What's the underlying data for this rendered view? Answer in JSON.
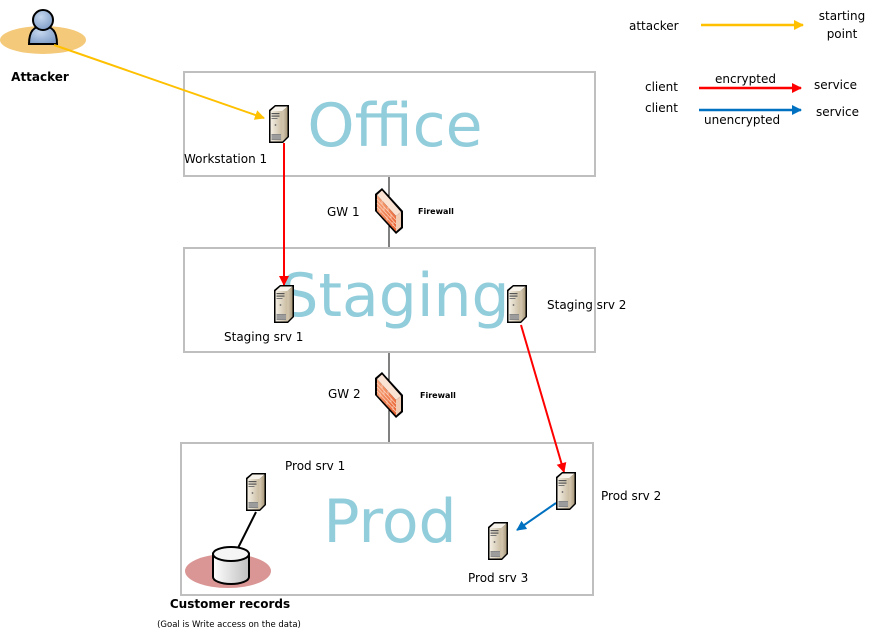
{
  "colors": {
    "attacker_path": "#FFC000",
    "encrypted": "#FF0000",
    "unencrypted": "#0070C0",
    "zone_title": "#92CDDC",
    "zone_border": "#BFBFBF",
    "attacker_halo": "#F4C97A",
    "target_halo": "#D99694"
  },
  "attacker": {
    "label": "Attacker",
    "icon": "user-icon"
  },
  "legend": {
    "attacker_from": "attacker",
    "attacker_to_line1": "starting",
    "attacker_to_line2": "point",
    "enc_from": "client",
    "enc_label": "encrypted",
    "enc_to": "service",
    "unenc_from": "client",
    "unenc_label": "unencrypted",
    "unenc_to": "service"
  },
  "zones": {
    "office": {
      "title": "Office"
    },
    "staging": {
      "title": "Staging"
    },
    "prod": {
      "title": "Prod"
    }
  },
  "gateways": [
    {
      "label": "GW 1",
      "type": "Firewall",
      "icon": "firewall-icon"
    },
    {
      "label": "GW 2",
      "type": "Firewall",
      "icon": "firewall-icon"
    }
  ],
  "nodes": {
    "workstation1": {
      "label": "Workstation 1",
      "icon": "server-icon"
    },
    "staging1": {
      "label": "Staging srv 1",
      "icon": "server-icon"
    },
    "staging2": {
      "label": "Staging srv 2",
      "icon": "server-icon"
    },
    "prod1": {
      "label": "Prod srv 1",
      "icon": "server-icon"
    },
    "prod2": {
      "label": "Prod srv 2",
      "icon": "server-icon"
    },
    "prod3": {
      "label": "Prod srv 3",
      "icon": "server-icon"
    }
  },
  "target": {
    "label": "Customer records",
    "note": "(Goal is Write access on the data)",
    "icon": "database-icon"
  },
  "connections": [
    {
      "from": "Attacker",
      "to": "Workstation 1",
      "kind": "attacker"
    },
    {
      "from": "Workstation 1",
      "to": "Staging srv 1",
      "kind": "encrypted"
    },
    {
      "from": "Staging srv 2",
      "to": "Prod srv 2",
      "kind": "encrypted"
    },
    {
      "from": "Prod srv 2",
      "to": "Prod srv 3",
      "kind": "unencrypted"
    },
    {
      "from": "Prod srv 1",
      "to": "Customer records",
      "kind": "link"
    }
  ]
}
